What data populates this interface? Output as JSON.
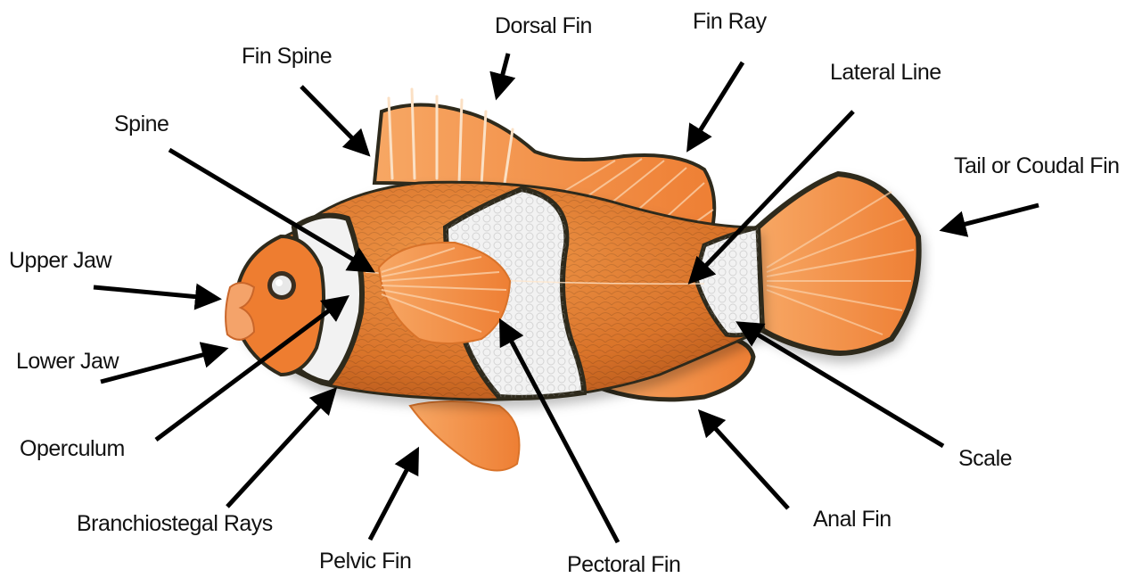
{
  "labels": {
    "dorsal_fin": "Dorsal Fin",
    "fin_ray": "Fin Ray",
    "fin_spine": "Fin Spine",
    "lateral_line": "Lateral Line",
    "spine": "Spine",
    "tail_fin": "Tail or Coudal Fin",
    "upper_jaw": "Upper Jaw",
    "lower_jaw": "Lower Jaw",
    "operculum": "Operculum",
    "scale": "Scale",
    "branchiostegal_rays": "Branchiostegal Rays",
    "anal_fin": "Anal Fin",
    "pelvic_fin": "Pelvic Fin",
    "pectoral_fin": "Pectoral Fin"
  },
  "colors": {
    "body_orange": "#e07a2e",
    "fin_orange": "#f08a40",
    "stripe_white": "#f2f2f2",
    "outline_dark": "#2e2a1c",
    "arrow": "#000000"
  }
}
